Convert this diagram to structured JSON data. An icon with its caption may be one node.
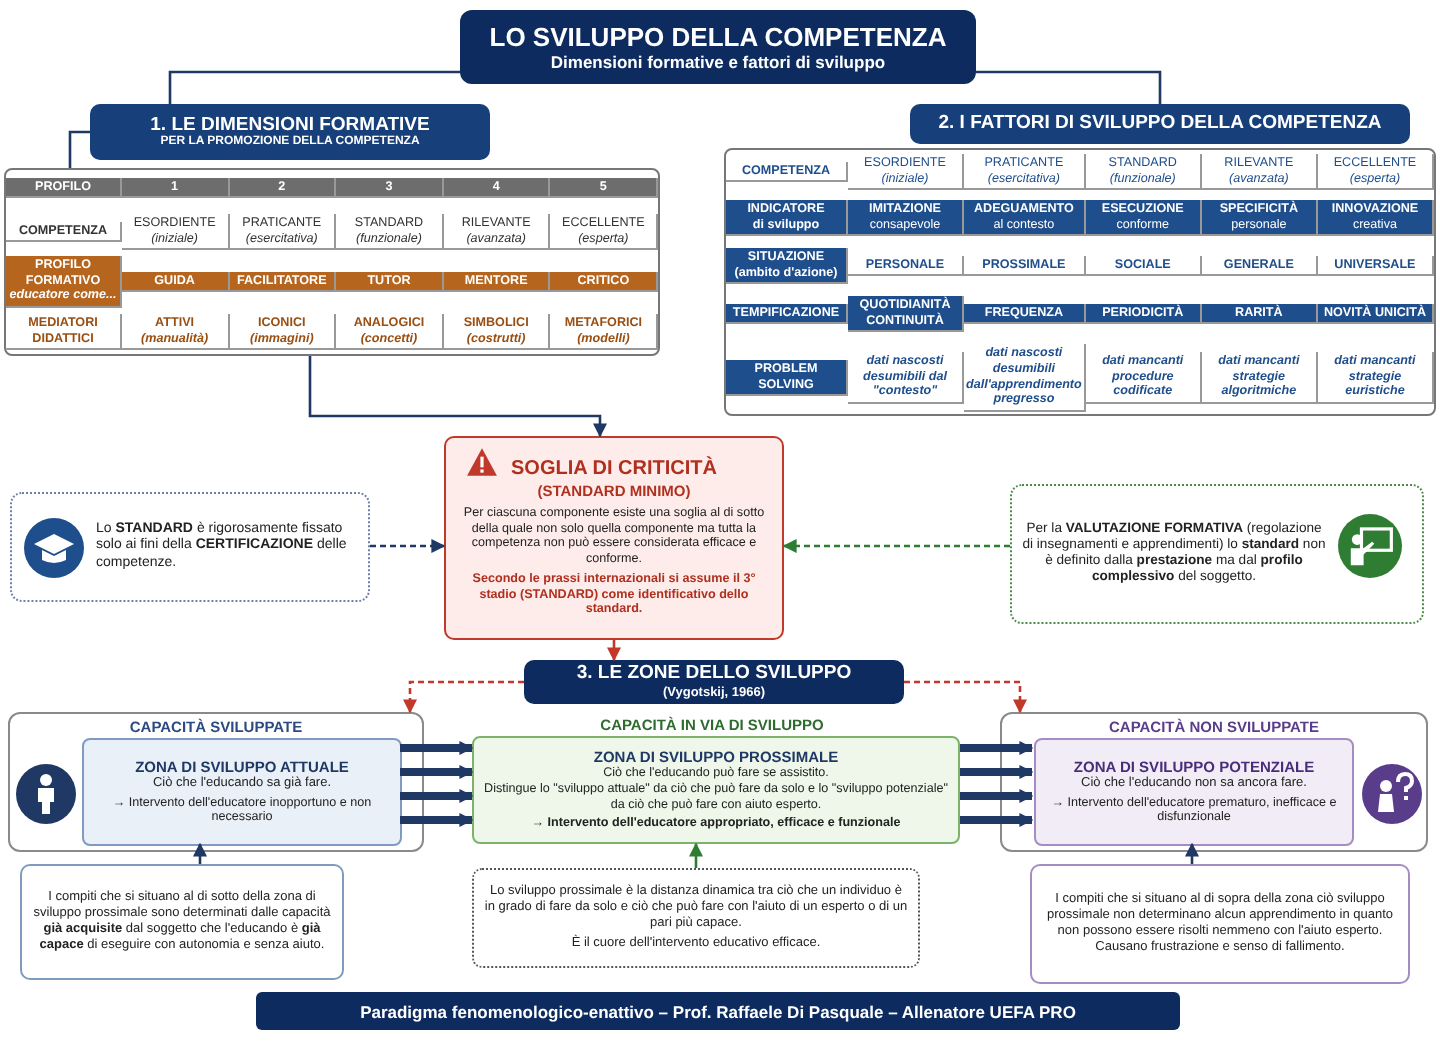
{
  "diagram": {
    "caption": "Paradigma fenomenologico-enattivo – Prof. Raffaele Di Pasquale – Allenatore UEFA PRO",
    "nodes": [
      {
        "text": [
          "LO SVILUPPO DELLA COMPETENZA",
          "Dimensioni formative e fattori di sviluppo"
        ]
      },
      {
        "text": [
          "1. LE DIMENSIONI FORMATIVE",
          "PER LA PROMOZIONE DELLA COMPETENZA"
        ]
      },
      {
        "text": [],
        "shape": "table"
      },
      {
        "text": [
          "2. I FATTORI DI SVILUPPO DELLA COMPETENZA"
        ]
      },
      {
        "text": [],
        "shape": "table"
      },
      {
        "text": [
          "SOGLIA DI CRITICITÀ",
          "(STANDARD MINIMO)",
          "Per ciascuna componente esiste una soglia al di sotto della quale non solo quella componente ma tutta la competenza non può essere considerata efficace e conforme.",
          "Secondo le prassi internazionali si assume il 3° stadio (STANDARD) come identificativo dello standard."
        ]
      },
      {
        "text": [
          "Lo **STANDARD** è rigorosamente fissato solo ai fini della **CERTIFICAZIONE** delle competenze."
        ]
      },
      {
        "text": [
          "Per la **VALUTAZIONE FORMATIVA** (regolazione di insegnamenti e apprendimenti) lo **standard** non è definito dalla **prestazione** ma dal **profilo complessivo** del soggetto."
        ]
      },
      {
        "text": [
          "3. LE ZONE DELLO SVILUPPO",
          "(Vygotskij, 1966)"
        ]
      },
      {
        "text": [
          "CAPACITÀ SVILUPPATE"
        ]
      },
      {
        "text": [
          "ZONA DI SVILUPPO ATTUALE",
          "Ciò che l'educando sa già fare.",
          "→ Intervento dell'educatore inopportuno e non necessario"
        ],
        "in": 9
      },
      {
        "text": [
          "CAPACITÀ IN VIA DI SVILUPPO"
        ]
      },
      {
        "text": [
          "ZONA DI SVILUPPO PROSSIMALE",
          "Ciò che l'educando può fare se assistito.",
          "Distingue lo \"sviluppo attuale\" da ciò che può fare da solo e lo \"sviluppo potenziale\" da ciò che può fare con aiuto esperto.",
          "→ Intervento dell'educatore appropriato, efficace e funzionale"
        ],
        "in": 11
      },
      {
        "text": [
          "CAPACITÀ NON SVILUPPATE"
        ]
      },
      {
        "text": [
          "ZONA DI SVILUPPO POTENZIALE",
          "Ciò che l'educando non sa ancora fare.",
          "→ Intervento dell'educatore prematuro, inefficace e disfunzionale"
        ],
        "in": 13
      },
      {
        "text": [
          "I compiti che si situano al di sotto della zona di sviluppo prossimale sono determinati dalle capacità **già acquisite** dal soggetto che l'educando è **già capace** di eseguire con autonomia e senza aiuto."
        ]
      },
      {
        "text": [
          "Lo sviluppo prossimale è la distanza dinamica tra ciò che un individuo è in grado di fare da solo e ciò che può fare con l'aiuto di un esperto o di un pari più capace.",
          "È il cuore dell'intervento educativo efficace."
        ]
      },
      {
        "text": [
          "I compiti che si situano al di sopra della zona ciò sviluppo prossimale non determinano alcun apprendimento in quanto non possono essere risolti nemmeno con l'aiuto esperto. Causano frustrazione e senso di fallimento."
        ]
      }
    ],
    "edges": [
      {
        "from": 0,
        "to": 1,
        "arrow": "none"
      },
      {
        "from": 0,
        "to": 3,
        "arrow": "none"
      },
      {
        "from": 1,
        "to": 2,
        "arrow": "none"
      },
      {
        "from": 2,
        "to": 5,
        "arrow": "to"
      },
      {
        "from": 6,
        "to": 5,
        "arrow": "to",
        "style": "dashed"
      },
      {
        "from": 7,
        "to": 5,
        "arrow": "to",
        "style": "dashed",
        "color": "#2e7d32"
      },
      {
        "from": 5,
        "to": 8,
        "arrow": "to",
        "color": "#c0392b"
      },
      {
        "from": 8,
        "to": 9,
        "arrow": "to",
        "style": "dashed",
        "color": "#c0392b"
      },
      {
        "from": 8,
        "to": 13,
        "arrow": "to",
        "style": "dashed",
        "color": "#c0392b"
      },
      {
        "from": 10,
        "to": 12,
        "arrow": "to",
        "style": "thick"
      },
      {
        "from": 10,
        "to": 12,
        "arrow": "to",
        "style": "thick"
      },
      {
        "from": 10,
        "to": 12,
        "arrow": "to",
        "style": "thick"
      },
      {
        "from": 10,
        "to": 12,
        "arrow": "to",
        "style": "thick"
      },
      {
        "from": 12,
        "to": 14,
        "arrow": "to",
        "style": "thick"
      },
      {
        "from": 12,
        "to": 14,
        "arrow": "to",
        "style": "thick"
      },
      {
        "from": 12,
        "to": 14,
        "arrow": "to",
        "style": "thick"
      },
      {
        "from": 12,
        "to": 14,
        "arrow": "to",
        "style": "thick"
      },
      {
        "from": 15,
        "to": 10,
        "arrow": "to"
      },
      {
        "from": 16,
        "to": 12,
        "arrow": "to",
        "color": "#2e7d32"
      },
      {
        "from": 17,
        "to": 14,
        "arrow": "to"
      }
    ],
    "labels": [
      "PROFILO",
      "1",
      "2",
      "3",
      "4",
      "5",
      "COMPETENZA",
      "ESORDIENTE *(iniziale)*",
      "PRATICANTE *(esercitativa)*",
      "STANDARD *(funzionale)*",
      "RILEVANTE *(avanzata)*",
      "ECCELLENTE *(esperta)*",
      "PROFILO FORMATIVO *educatore come...*",
      "GUIDA",
      "FACILITATORE",
      "TUTOR",
      "MENTORE",
      "CRITICO",
      "MEDIATORI DIDATTICI",
      "ATTIVI *(manualità)*",
      "ICONICI *(immagini)*",
      "ANALOGICI *(concetti)*",
      "SIMBOLICI *(costrutti)*",
      "METAFORICI *(modelli)*",
      "COMPETENZA",
      "ESORDIENTE *(iniziale)*",
      "PRATICANTE *(esercitativa)*",
      "STANDARD *(funzionale)*",
      "RILEVANTE *(avanzata)*",
      "ECCELLENTE *(esperta)*",
      "**INDICATORE** di sviluppo",
      "**IMITAZIONE** consapevole",
      "**ADEGUAMENTO** al contesto",
      "**ESECUZIONE** conforme",
      "**SPECIFICITÀ** personale",
      "**INNOVAZIONE** creativa",
      "**SITUAZIONE** (ambito d'azione)",
      "PERSONALE",
      "PROSSIMALE",
      "SOCIALE",
      "GENERALE",
      "UNIVERSALE",
      "TEMPIFICAZIONE",
      "QUOTIDIANITÀ CONTINUITÀ",
      "FREQUENZA",
      "PERIODICITÀ",
      "RARITÀ",
      "NOVITÀ UNICITÀ",
      "PROBLEM SOLVING",
      "dati nascosti desumibili dal \"contesto\"",
      "dati nascosti desumibili dall'apprendimento pregresso",
      "dati mancanti procedure codificate",
      "dati mancanti strategie algoritmiche",
      "dati mancanti strategie euristiche"
    ]
  }
}
